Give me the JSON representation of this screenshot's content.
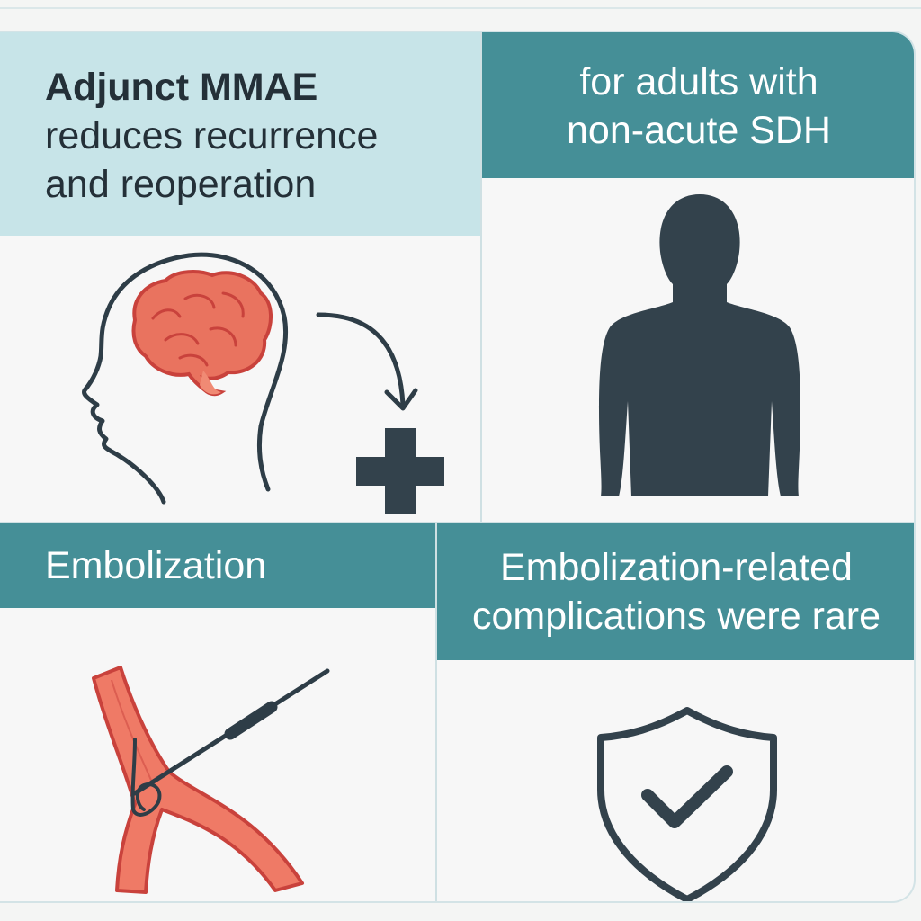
{
  "panels": {
    "top_left": {
      "title_lines": [
        "Adjunct MMAE",
        "reduces recurrence",
        "and reoperation"
      ],
      "icons": [
        "head-profile-icon",
        "brain-icon",
        "curved-arrow-icon",
        "plus-icon"
      ]
    },
    "top_right": {
      "title_lines": [
        "for adults with",
        "non-acute SDH"
      ],
      "icons": [
        "person-silhouette-icon"
      ]
    },
    "bottom_left": {
      "title_lines": [
        "Embolization"
      ],
      "icons": [
        "blood-vessel-icon",
        "catheter-icon"
      ]
    },
    "bottom_right": {
      "title_lines": [
        "Embolization-related",
        "complications were rare"
      ],
      "icons": [
        "shield-check-icon"
      ]
    }
  },
  "colors": {
    "header_light": "#c7e4e8",
    "header_teal": "#458f97",
    "dark": "#33424c",
    "brain": "#e8705f",
    "vessel": "#ef7a66"
  }
}
